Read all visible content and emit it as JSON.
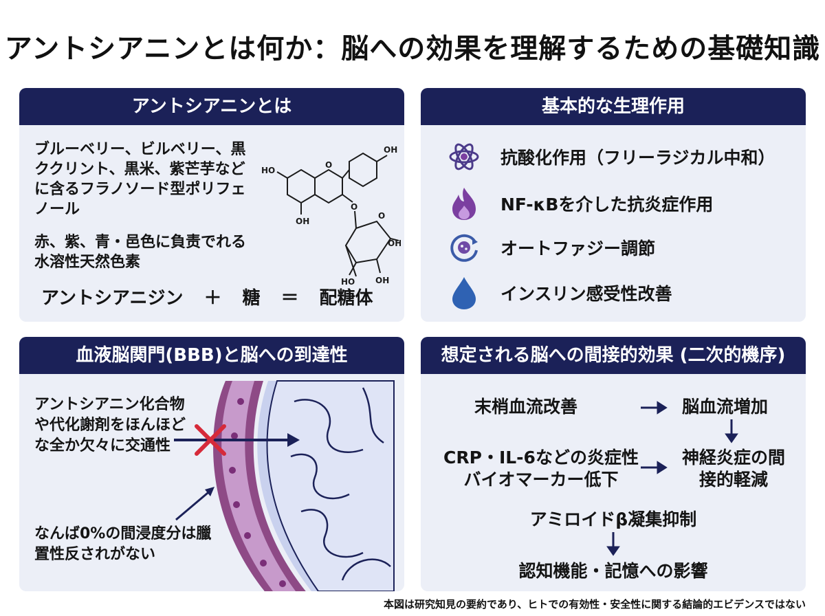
{
  "title": "アントシアニンとは何か：脳への効果を理解するための基礎知識",
  "panel_what": {
    "header": "アントシアニンとは",
    "description": "ブルーベリー、ビルベリー、黒ククリント、黒米、紫芒芋などに含るフラノソード型ポリフェノール",
    "color_text": "赤、紫、青・邑色に負责でれる水溶性天然色素",
    "formula": {
      "part1": "アントシアニジン",
      "plus": "＋",
      "part2": "糖",
      "equals": "＝",
      "result": "配糖体"
    },
    "molecule_labels": {
      "oh_top": "OH",
      "oh_left": "HO",
      "oh_bottom": "OH",
      "o_ring": "O",
      "o_link": "O",
      "sugar_o": "O",
      "sugar_oh_right": "OH",
      "sugar_oh_left": "HO",
      "sugar_oh_bottom": "OH"
    }
  },
  "panel_actions": {
    "header": "基本的な生理作用",
    "items": [
      {
        "label": "抗酸化作用（フリーラジカル中和）",
        "icon": "atom-icon",
        "color": "#5a3d8f"
      },
      {
        "label": "NF-κBを介した抗炎症作用",
        "icon": "flame-icon",
        "color": "#7b3fa0"
      },
      {
        "label": "オートファジー調節",
        "icon": "autophagy-cycle-icon",
        "color": "#3b5ba8"
      },
      {
        "label": "インスリン感受性改善",
        "icon": "drop-icon",
        "color": "#2f62b3"
      }
    ]
  },
  "panel_bbb": {
    "header": "血液脳関門(BBB)と脳への到達性",
    "text1": "アントシアニン化合物や代化謝剤をほんほどな全か欠々に交通性",
    "text2": "なんば0%の間浸度分は臘置性反されがない",
    "colors": {
      "vessel": "#8e4a86",
      "brain": "#c9d1ee",
      "block": "#d62a3a"
    }
  },
  "panel_effects": {
    "header": "想定される脳への間接的効果 (二次的機序)",
    "flow": {
      "peripheral": "末梢血流改善",
      "cerebral": "脳血流増加",
      "crp": "CRP・IL-6などの炎症性バイオマーカー低下",
      "neuro": "神経炎症の間接的軽減",
      "amyloid": "アミロイドβ凝集抑制",
      "cognition": "認知機能・記憶への影響"
    }
  },
  "footnote": "本図は研究知見の要約であり、ヒトでの有効性・安全性に関する結論的エビデンスではない",
  "colors": {
    "header_bg": "#1b2158",
    "panel_bg": "#eceff7",
    "arrow": "#1b2158"
  }
}
